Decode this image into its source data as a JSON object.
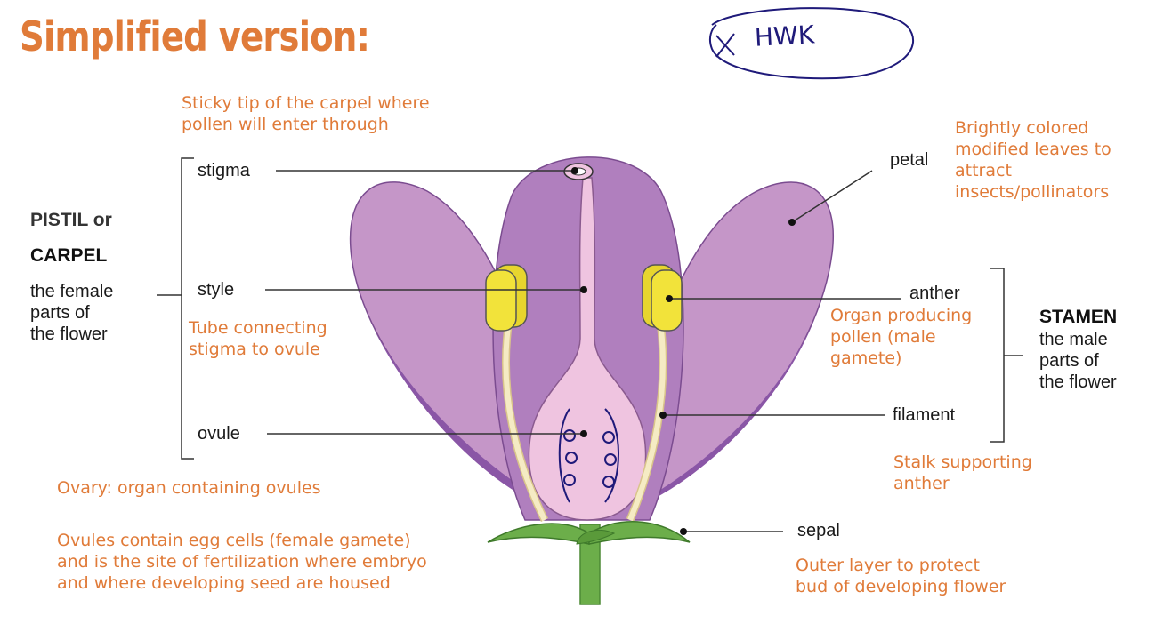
{
  "title": "Simplified version:",
  "handwritten_note": "HWK",
  "pistil_group": {
    "heading_line1": "PISTIL or",
    "heading_line2": "CARPEL",
    "description": [
      "the female",
      "parts of",
      "the flower"
    ]
  },
  "stamen_group": {
    "heading": "STAMEN",
    "description": [
      "the male",
      "parts of",
      "the flower"
    ]
  },
  "labels": {
    "stigma": "stigma",
    "style": "style",
    "ovule": "ovule",
    "petal": "petal",
    "anther": "anther",
    "filament": "filament",
    "sepal": "sepal"
  },
  "notes": {
    "stigma": [
      "Sticky tip of the carpel where",
      "pollen will enter through"
    ],
    "style": [
      "Tube connecting",
      "stigma to ovule"
    ],
    "ovary": [
      "Ovary: organ containing ovules"
    ],
    "ovules": [
      "Ovules contain egg cells (female gamete)",
      "and is the site of fertilization where embryo",
      "and where developing seed are housed"
    ],
    "petal": [
      "Brightly colored",
      "modified leaves to",
      "attract",
      "insects/pollinators"
    ],
    "anther": [
      "Organ producing",
      "pollen (male",
      "gamete)"
    ],
    "filament": [
      "Stalk supporting",
      "anther"
    ],
    "sepal": [
      "Outer layer to protect",
      "bud of developing flower"
    ]
  },
  "colors": {
    "petal": "#c596c8",
    "petal_dark": "#8a56a6",
    "petal_mid": "#b07fbe",
    "carpel": "#efc4e0",
    "anther": "#f2e33a",
    "filament": "#f5ebc4",
    "sepal": "#6cae4a",
    "accent_text": "#e07b39",
    "ink": "#1f1a7a"
  }
}
